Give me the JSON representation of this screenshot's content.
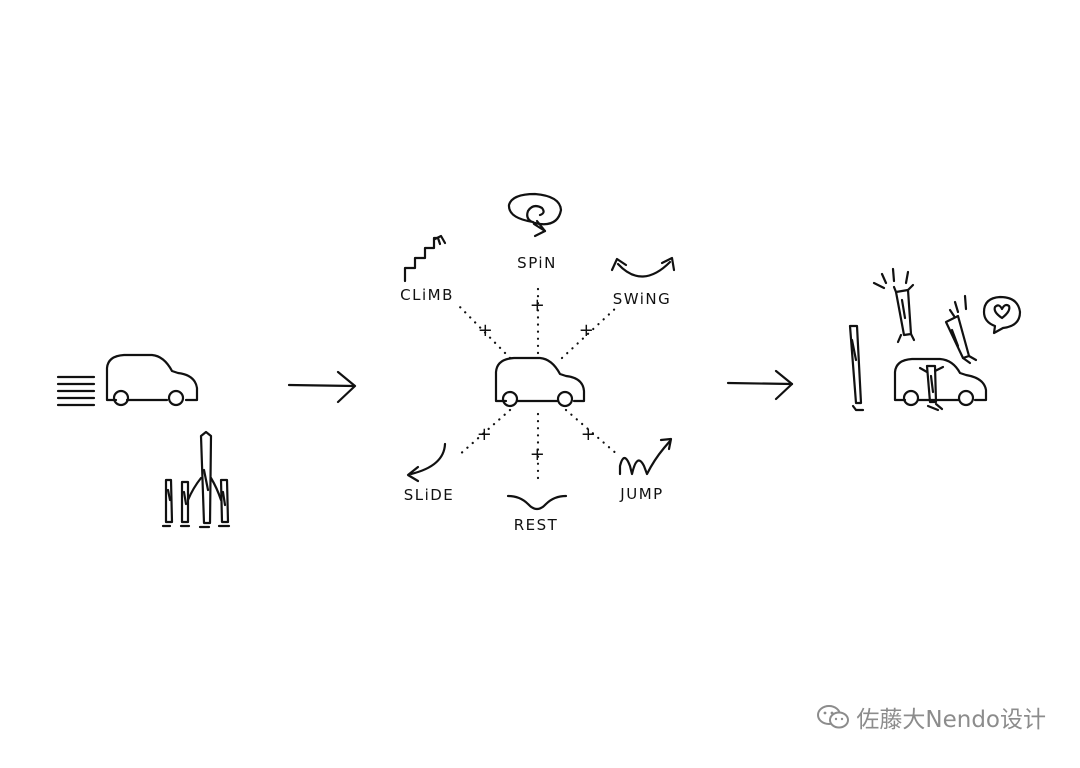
{
  "diagram": {
    "actions": [
      {
        "key": "spin",
        "label": "SPiN"
      },
      {
        "key": "climb",
        "label": "CLiMB"
      },
      {
        "key": "swing",
        "label": "SWiNG"
      },
      {
        "key": "slide",
        "label": "SLiDE"
      },
      {
        "key": "rest",
        "label": "REST"
      },
      {
        "key": "jump",
        "label": "JUMP"
      }
    ],
    "plus_sign": "+"
  },
  "watermark": {
    "text": "佐藤大Nendo设计",
    "icon": "wechat-icon",
    "color": "#8c8c8c"
  },
  "colors": {
    "ink": "#111111",
    "background": "#ffffff"
  }
}
